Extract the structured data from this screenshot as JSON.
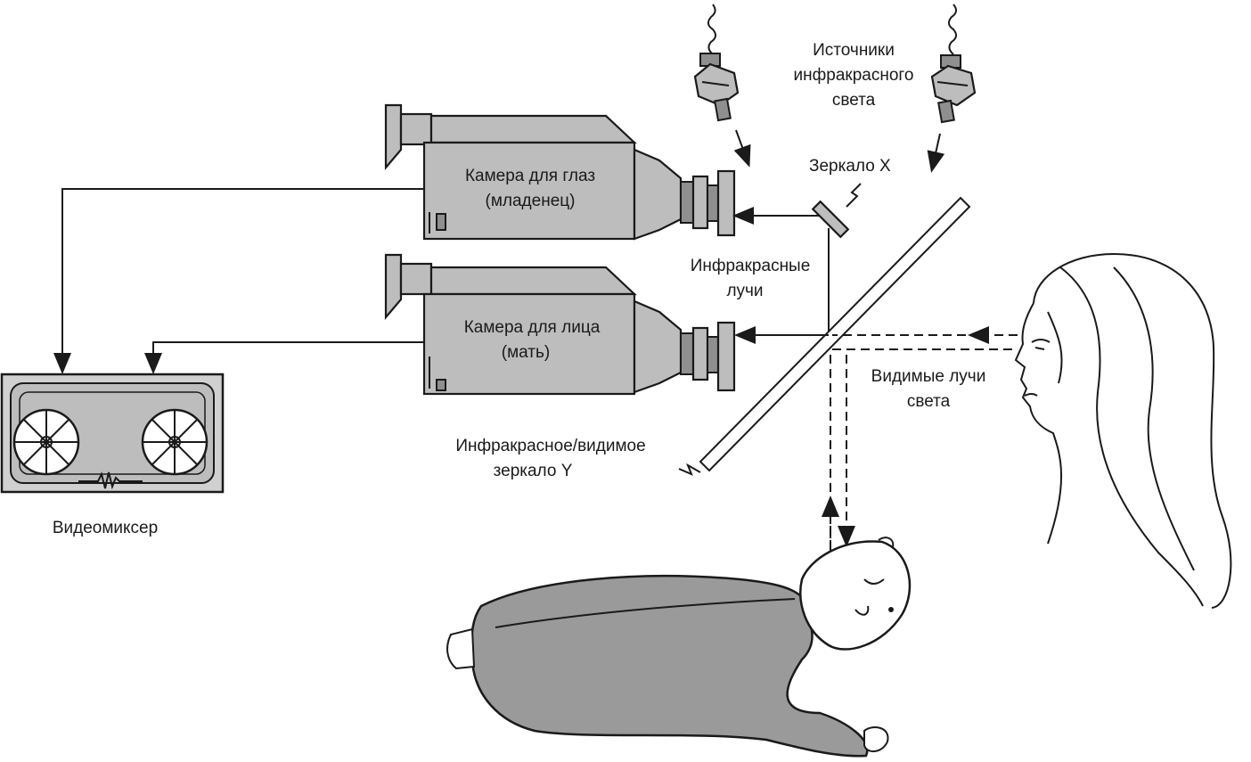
{
  "labels": {
    "ir_sources_1": "Источники",
    "ir_sources_2": "инфракрасного",
    "ir_sources_3": "света",
    "mirror_x": "Зеркало X",
    "eye_camera_1": "Камера для глаз",
    "eye_camera_2": "(младенец)",
    "face_camera_1": "Камера для лица",
    "face_camera_2": "(мать)",
    "ir_rays_1": "Инфракрасные",
    "ir_rays_2": "лучи",
    "visible_rays_1": "Видимые лучи",
    "visible_rays_2": "света",
    "mirror_y_1": "Инфракрасное/видимое",
    "mirror_y_2": "зеркало Y",
    "video_mixer": "Видеомиксер"
  },
  "colors": {
    "ink": "#1a1a1a",
    "camera_fill": "#bdbdbd",
    "garment_fill": "#9a9a9a"
  }
}
